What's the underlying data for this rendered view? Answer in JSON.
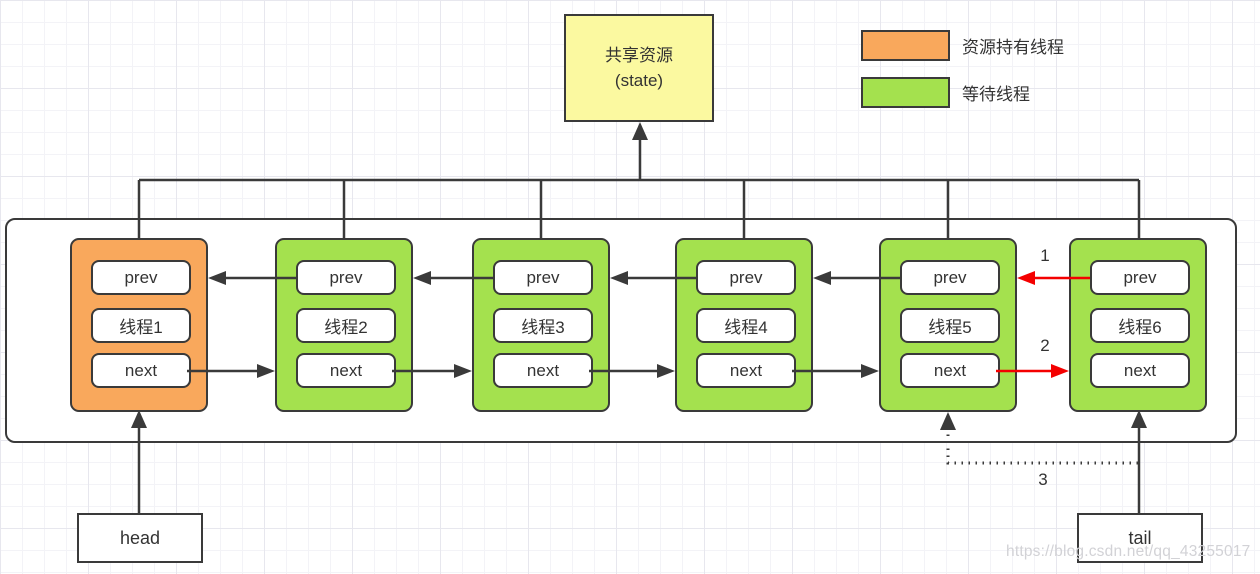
{
  "colors": {
    "holder": "#F9A85C",
    "waiting": "#A4E14E",
    "resource": "#FBF9A0",
    "line": "#3A3A3A",
    "red": "#F40000",
    "watermark": "#D2D2D6",
    "text": "#333333"
  },
  "resource_box": {
    "line1": "共享资源",
    "line2": "(state)"
  },
  "legend": {
    "items": [
      {
        "label": "资源持有线程",
        "type": "holder"
      },
      {
        "label": "等待线程",
        "type": "waiting"
      }
    ]
  },
  "nodes": [
    {
      "prev": "prev",
      "thread": "线程1",
      "next": "next",
      "type": "holder"
    },
    {
      "prev": "prev",
      "thread": "线程2",
      "next": "next",
      "type": "waiting"
    },
    {
      "prev": "prev",
      "thread": "线程3",
      "next": "next",
      "type": "waiting"
    },
    {
      "prev": "prev",
      "thread": "线程4",
      "next": "next",
      "type": "waiting"
    },
    {
      "prev": "prev",
      "thread": "线程5",
      "next": "next",
      "type": "waiting"
    },
    {
      "prev": "prev",
      "thread": "线程6",
      "next": "next",
      "type": "waiting"
    }
  ],
  "pointers": {
    "head": "head",
    "tail": "tail"
  },
  "step_labels": {
    "one": "1",
    "two": "2",
    "three": "3"
  },
  "watermark": "https://blog.csdn.net/qq_43255017"
}
